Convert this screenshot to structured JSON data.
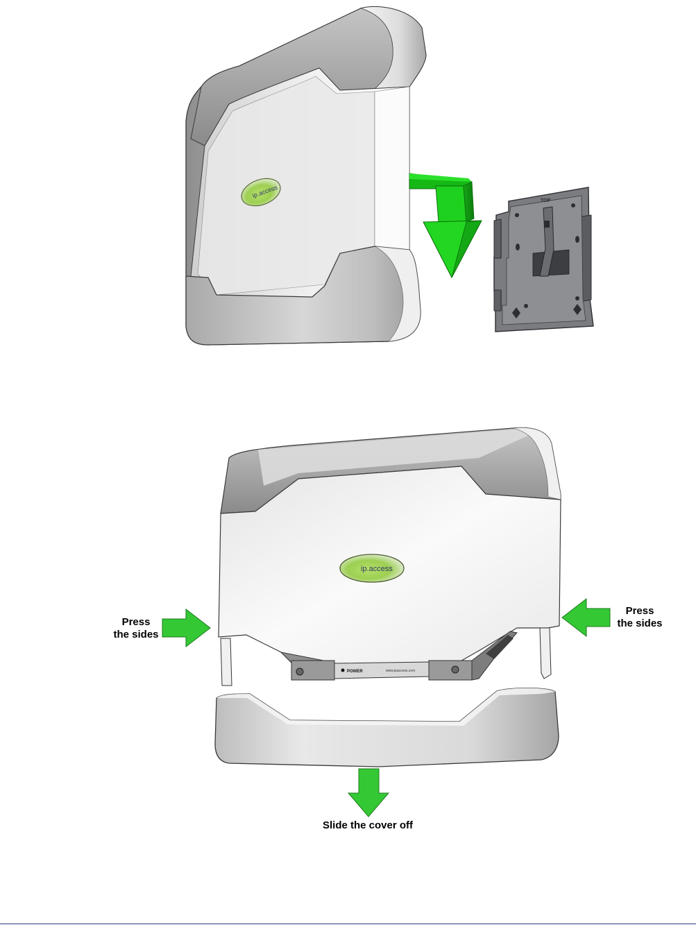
{
  "figure_top": {
    "device_logo": "ip.access",
    "bracket_mark": "TOP"
  },
  "figure_bottom": {
    "device_logo": "ip.access",
    "callouts": {
      "press_left": [
        "Press",
        "the sides"
      ],
      "press_right": [
        "Press",
        "the sides"
      ],
      "slide": "Slide the cover off"
    },
    "port_labels": {
      "power": "POWER",
      "url": "www.ipaccess.com"
    }
  },
  "colors": {
    "arrow_green": "#1fcf1f",
    "callout_green": "#3ac83a",
    "device_light": "#f3f3f3",
    "device_mid": "#c9c9c9",
    "device_dark": "#8c8c8c",
    "bracket": "#6d6f73"
  }
}
